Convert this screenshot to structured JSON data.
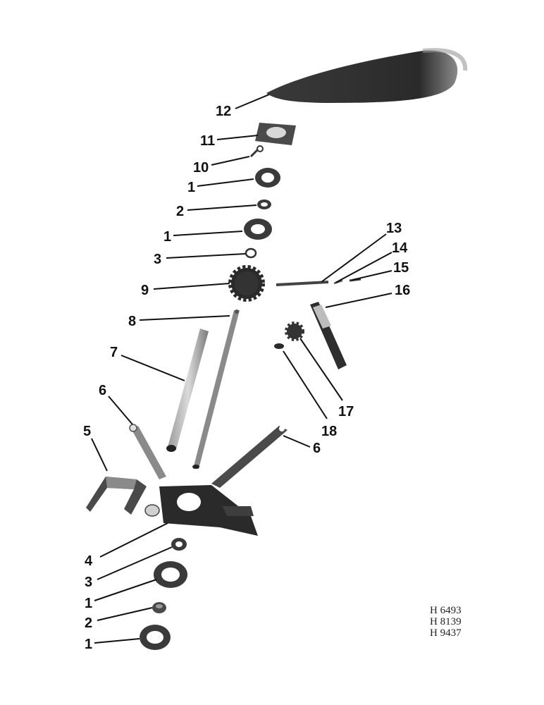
{
  "colors": {
    "part_dark": "#2a2a2a",
    "part_mid": "#6b6b6b",
    "part_light": "#bdbdbd",
    "ink": "#111111"
  },
  "callouts": [
    {
      "id": "c12",
      "label": "12"
    },
    {
      "id": "c11",
      "label": "11"
    },
    {
      "id": "c10",
      "label": "10"
    },
    {
      "id": "c1a",
      "label": "1"
    },
    {
      "id": "c2a",
      "label": "2"
    },
    {
      "id": "c1b",
      "label": "1"
    },
    {
      "id": "c3a",
      "label": "3"
    },
    {
      "id": "c9",
      "label": "9"
    },
    {
      "id": "c8",
      "label": "8"
    },
    {
      "id": "c13",
      "label": "13"
    },
    {
      "id": "c14",
      "label": "14"
    },
    {
      "id": "c15",
      "label": "15"
    },
    {
      "id": "c16",
      "label": "16"
    },
    {
      "id": "c7",
      "label": "7"
    },
    {
      "id": "c6a",
      "label": "6"
    },
    {
      "id": "c5",
      "label": "5"
    },
    {
      "id": "c17",
      "label": "17"
    },
    {
      "id": "c18",
      "label": "18"
    },
    {
      "id": "c6b",
      "label": "6"
    },
    {
      "id": "c4",
      "label": "4"
    },
    {
      "id": "c3b",
      "label": "3"
    },
    {
      "id": "c1c",
      "label": "1"
    },
    {
      "id": "c2b",
      "label": "2"
    },
    {
      "id": "c1d",
      "label": "1"
    }
  ],
  "reference_codes": [
    "H 6493",
    "H 8139",
    "H 9437"
  ]
}
